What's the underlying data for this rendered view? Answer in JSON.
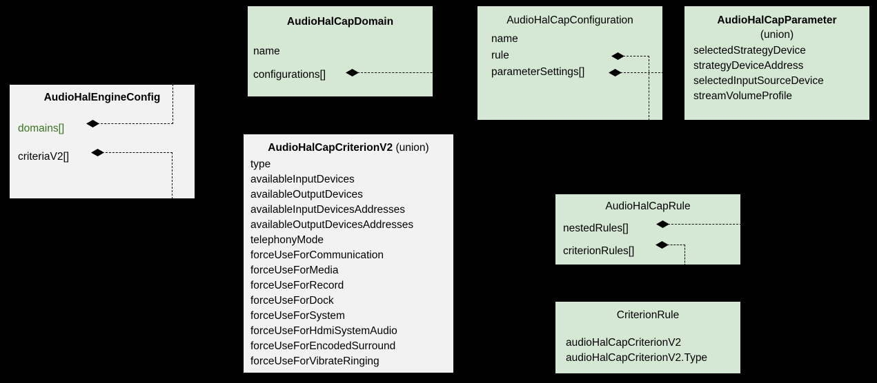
{
  "diagram": {
    "background_color": "#000000",
    "gray_fill": "#f2f2f2",
    "green_fill": "#d5e8d4",
    "highlight_text_color": "#38761d"
  },
  "boxes": {
    "engine_config": {
      "title": "AudioHalEngineConfig",
      "fields": [
        {
          "label": "domains[]",
          "highlight": true
        },
        {
          "label": "criteriaV2[]",
          "highlight": false
        }
      ]
    },
    "cap_domain": {
      "title": "AudioHalCapDomain",
      "fields": [
        {
          "label": "name"
        },
        {
          "label": "configurations[]"
        }
      ]
    },
    "cap_configuration": {
      "title": "AudioHalCapConfiguration",
      "fields": [
        {
          "label": "name"
        },
        {
          "label": "rule"
        },
        {
          "label": "parameterSettings[]"
        }
      ]
    },
    "cap_parameter": {
      "title": "AudioHalCapParameter",
      "subtitle": "(union)",
      "fields": [
        {
          "label": "selectedStrategyDevice"
        },
        {
          "label": "strategyDeviceAddress"
        },
        {
          "label": "selectedInputSourceDevice"
        },
        {
          "label": "streamVolumeProfile"
        }
      ]
    },
    "criterion_v2": {
      "title": "AudioHalCapCriterionV2",
      "title_suffix": " (union)",
      "fields": [
        {
          "label": "type"
        },
        {
          "label": "availableInputDevices"
        },
        {
          "label": "availableOutputDevices"
        },
        {
          "label": "availableInputDevicesAddresses"
        },
        {
          "label": "availableOutputDevicesAddresses"
        },
        {
          "label": "telephonyMode"
        },
        {
          "label": "forceUseForCommunication"
        },
        {
          "label": "forceUseForMedia"
        },
        {
          "label": "forceUseForRecord"
        },
        {
          "label": "forceUseForDock"
        },
        {
          "label": "forceUseForSystem"
        },
        {
          "label": "forceUseForHdmiSystemAudio"
        },
        {
          "label": "forceUseForEncodedSurround"
        },
        {
          "label": "forceUseForVibrateRinging"
        }
      ]
    },
    "cap_rule": {
      "title": "AudioHalCapRule",
      "fields": [
        {
          "label": "nestedRules[]"
        },
        {
          "label": "criterionRules[]"
        }
      ]
    },
    "criterion_rule": {
      "title": "CriterionRule",
      "fields": [
        {
          "label": "audioHalCapCriterionV2"
        },
        {
          "label": "audioHalCapCriterionV2.Type"
        }
      ]
    }
  }
}
